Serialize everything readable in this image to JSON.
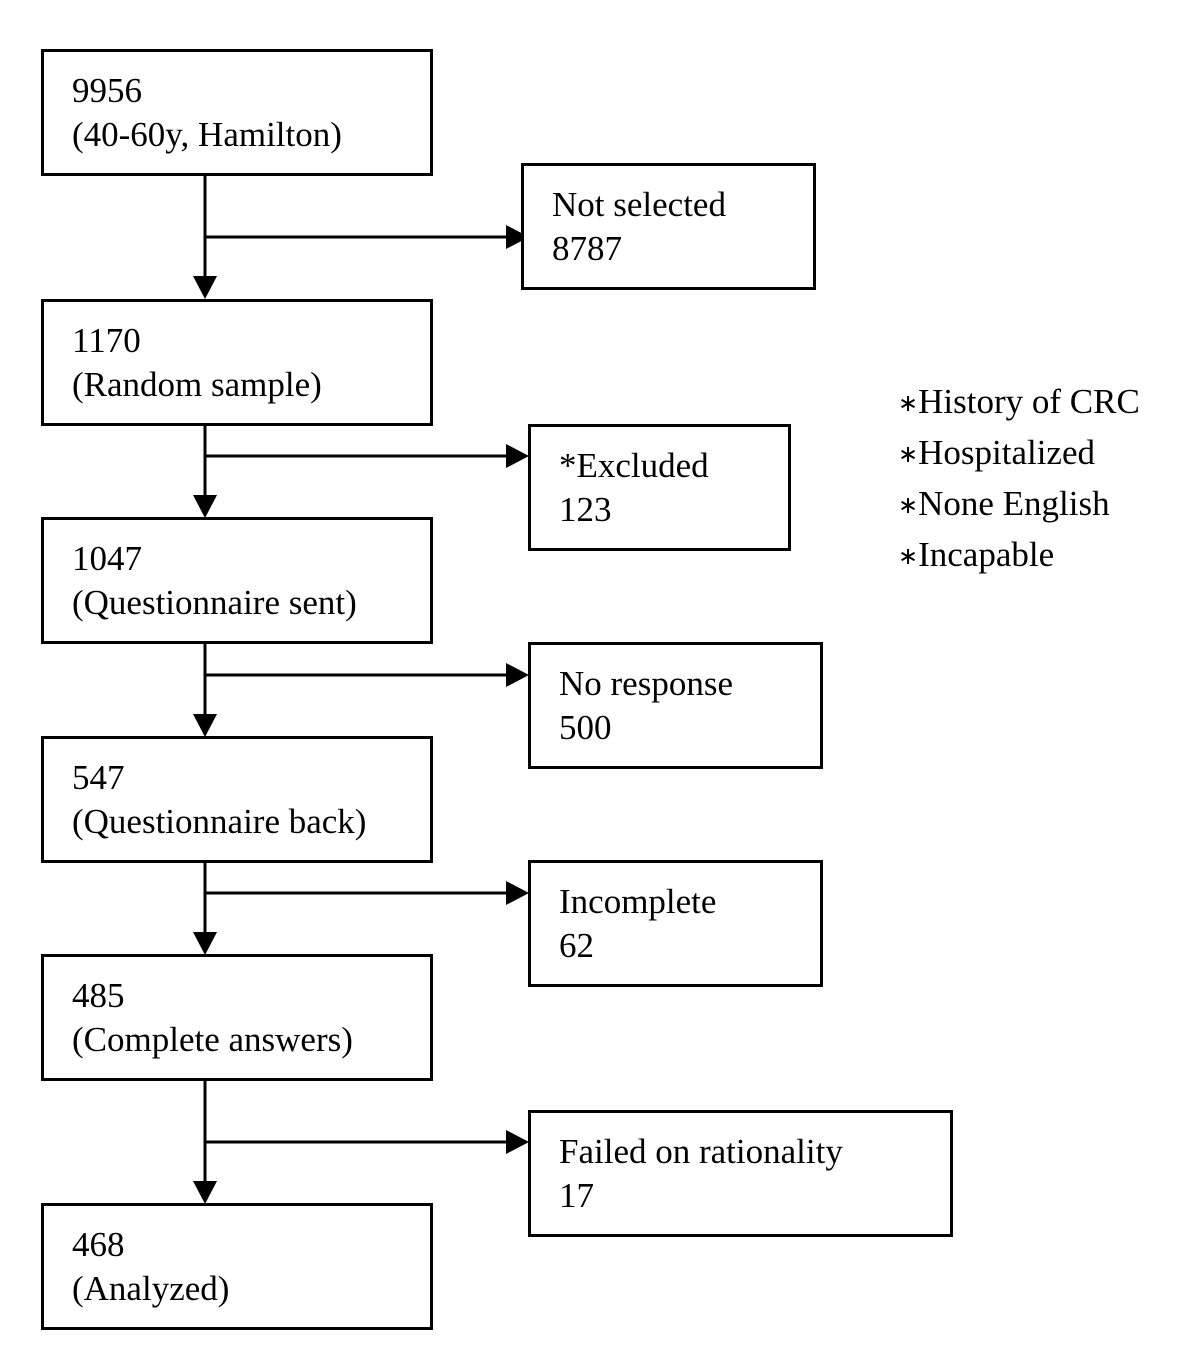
{
  "main_boxes": [
    {
      "count": "9956",
      "desc": "(40-60y, Hamilton)"
    },
    {
      "count": "1170",
      "desc": "(Random sample)"
    },
    {
      "count": "1047",
      "desc": "(Questionnaire sent)"
    },
    {
      "count": "547",
      "desc": "(Questionnaire back)"
    },
    {
      "count": "485",
      "desc": "(Complete answers)"
    },
    {
      "count": "468",
      "desc": "(Analyzed)"
    }
  ],
  "side_boxes": [
    {
      "label": "Not selected",
      "count": "8787"
    },
    {
      "label": "*Excluded",
      "count": "123"
    },
    {
      "label": "No response",
      "count": "500"
    },
    {
      "label": "Incomplete",
      "count": "62"
    },
    {
      "label": "Failed on rationality",
      "count": "17"
    }
  ],
  "exclusion_notes": {
    "bullet": "∗",
    "items": [
      "History of CRC",
      "Hospitalized",
      "None English",
      "Incapable"
    ]
  }
}
